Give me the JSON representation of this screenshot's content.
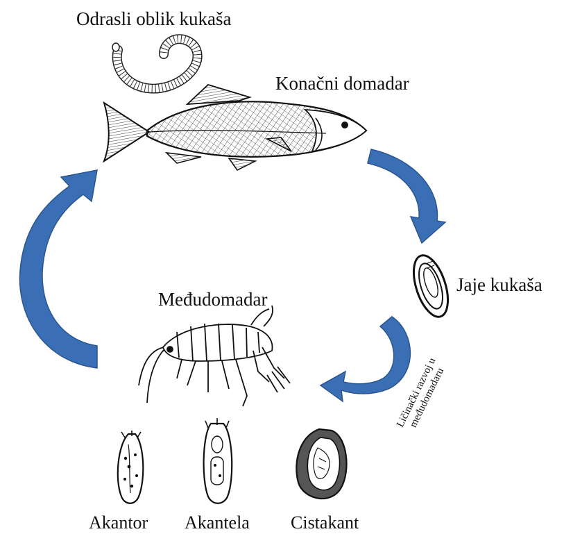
{
  "labels": {
    "adult_form": "Odrasli oblik kukaša",
    "final_host": "Konačni domadar",
    "egg": "Jaje kukaša",
    "intermediate_host": "Međudomadar",
    "larval_dev_line1": "Ličinački razvoj u",
    "larval_dev_line2": "međudomadaru",
    "stage_acanthor": "Akantor",
    "stage_acanthella": "Akantela",
    "stage_cystacanth": "Cistakant"
  },
  "colors": {
    "arrow_fill": "#3a6fb5",
    "arrow_edge": "#2b558f",
    "ink": "#111111"
  }
}
